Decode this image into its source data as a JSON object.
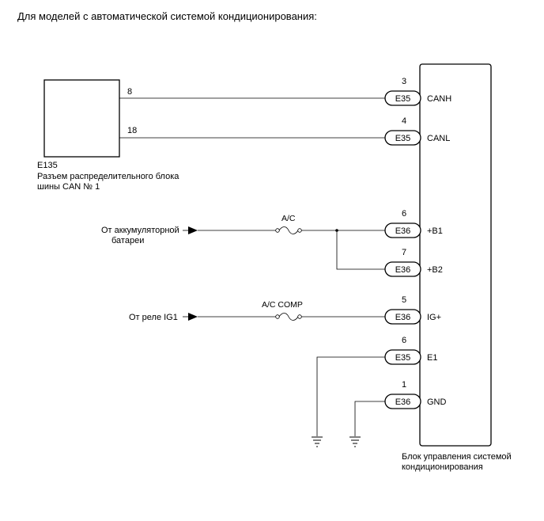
{
  "title": "Для моделей с автоматической системой кондиционирования:",
  "can_block": {
    "code": "E135",
    "label_line1": "Разъем распределительного блока",
    "label_line2": "шины CAN № 1",
    "pin_canh": "8",
    "pin_canl": "18"
  },
  "ecu": {
    "label_line1": "Блок управления системой",
    "label_line2": "кондиционирования"
  },
  "connections": [
    {
      "pin": "3",
      "connector": "E35",
      "terminal": "CANH"
    },
    {
      "pin": "4",
      "connector": "E35",
      "terminal": "CANL"
    },
    {
      "pin": "6",
      "connector": "E36",
      "terminal": "+B1"
    },
    {
      "pin": "7",
      "connector": "E36",
      "terminal": "+B2"
    },
    {
      "pin": "5",
      "connector": "E36",
      "terminal": "IG+"
    },
    {
      "pin": "6",
      "connector": "E35",
      "terminal": "E1"
    },
    {
      "pin": "1",
      "connector": "E36",
      "terminal": "GND"
    }
  ],
  "sources": {
    "battery_line1": "От аккумуляторной",
    "battery_line2": "батареи",
    "ig1_relay": "От реле IG1"
  },
  "fuses": {
    "ac": "A/C",
    "ac_comp": "A/C COMP"
  }
}
